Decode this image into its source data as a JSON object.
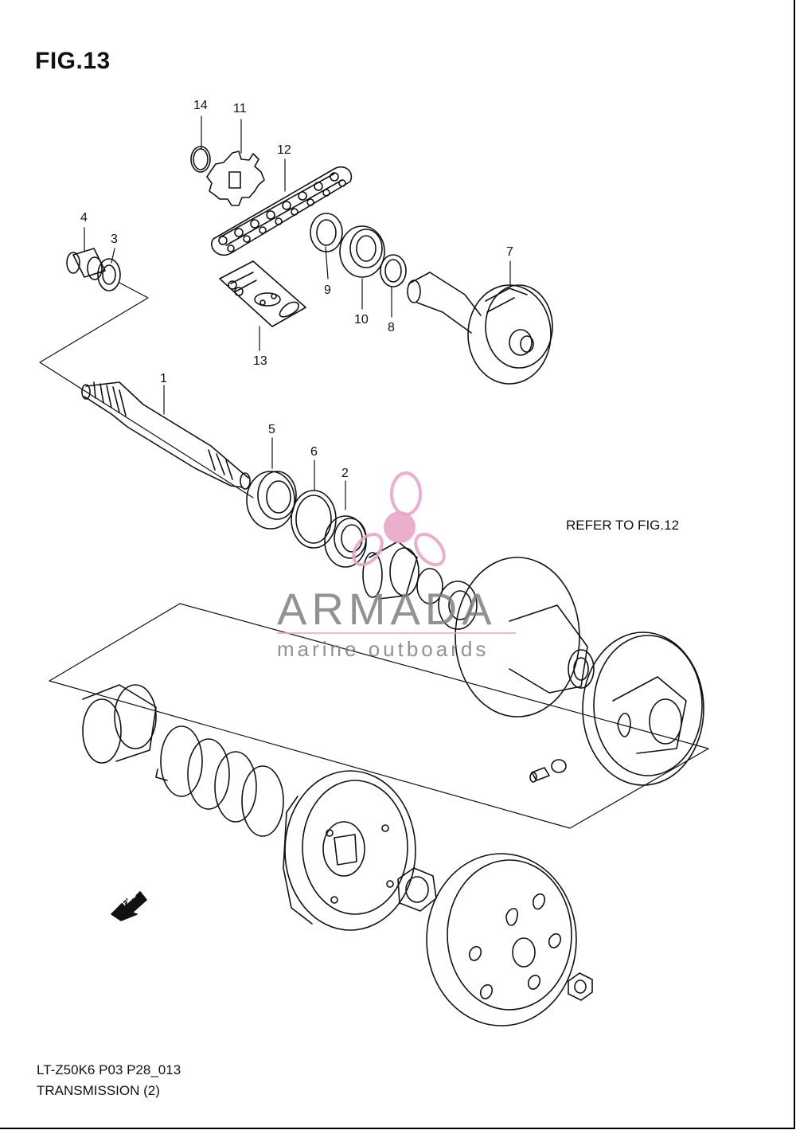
{
  "figure": {
    "title": "FIG.13",
    "refer_note": "REFER TO FIG.12",
    "code": "LT-Z50K6 P03 P28_013",
    "section": "TRANSMISSION (2)",
    "fwd_label": "FWD"
  },
  "watermark": {
    "brand": "ARMADA",
    "tagline": "marine outboards",
    "accent_color": "#e8a6c8"
  },
  "callouts": [
    "1",
    "2",
    "3",
    "4",
    "5",
    "6",
    "7",
    "8",
    "9",
    "10",
    "11",
    "12",
    "13",
    "14"
  ]
}
